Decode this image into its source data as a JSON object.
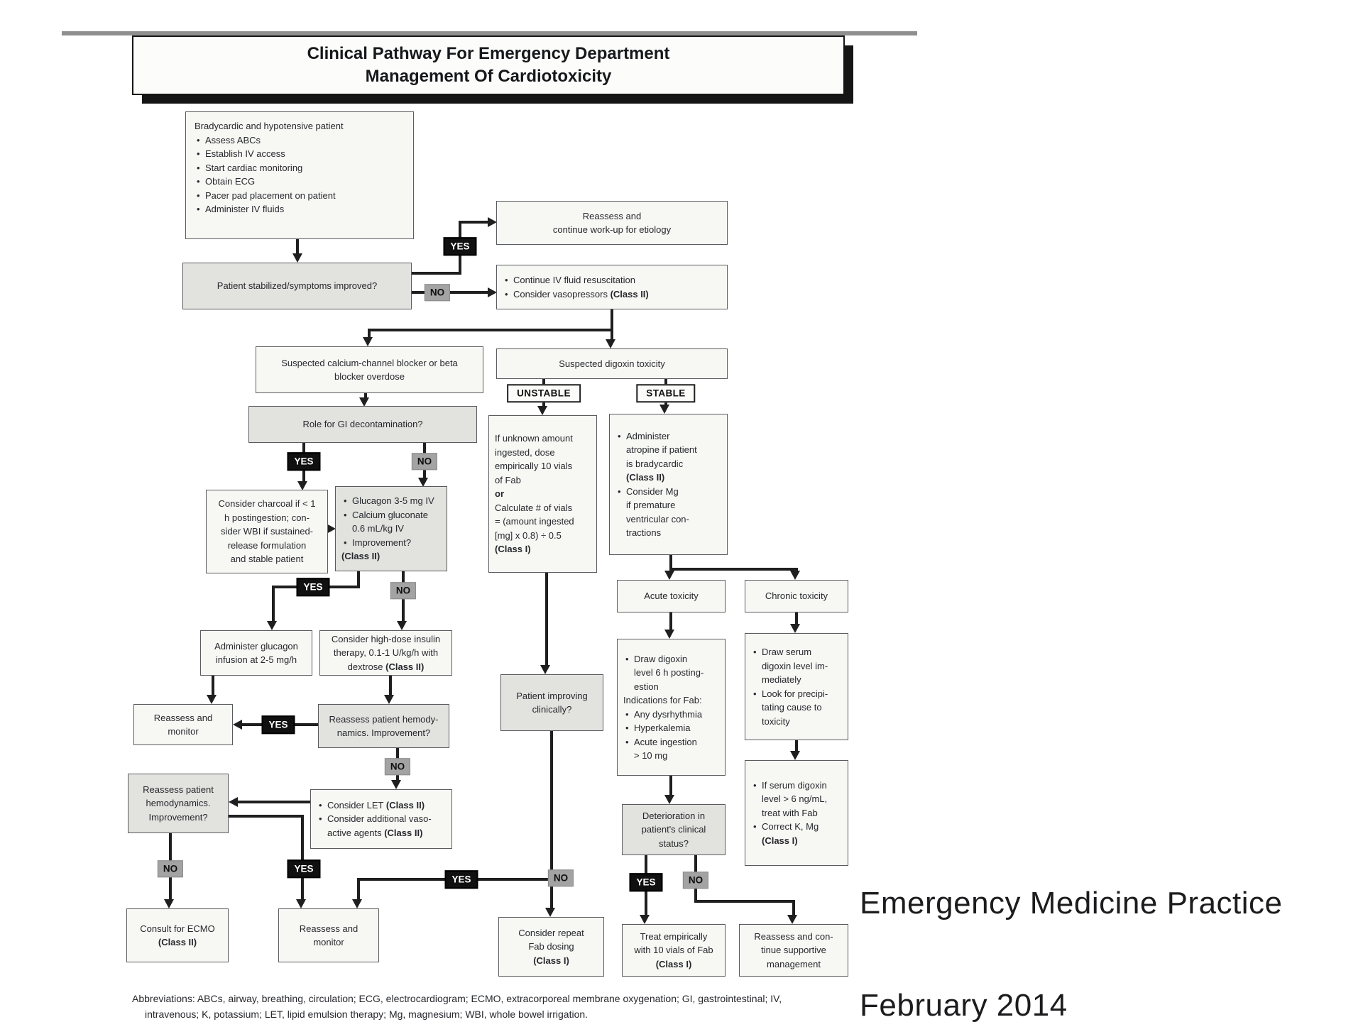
{
  "title": {
    "line1": "Clinical Pathway For Emergency Department",
    "line2": "Management Of Cardiotoxicity"
  },
  "badges": {
    "yes": "YES",
    "no": "NO",
    "unstable": "UNSTABLE",
    "stable": "STABLE"
  },
  "nodes": {
    "bradycardic": {
      "title": "Bradycardic and hypotensive patient",
      "bullets": [
        "Assess ABCs",
        "Establish IV access",
        "Start cardiac monitoring",
        "Obtain ECG",
        "Pacer pad placement on patient",
        "Administer IV fluids"
      ]
    },
    "stabilized": {
      "text": "Patient stabilized/symptoms improved?"
    },
    "reassess_workup": {
      "lines": [
        "Reassess and",
        "continue work-up for etiology"
      ]
    },
    "continue_iv": {
      "b1": "Continue IV fluid resuscitation",
      "b2": "Consider vasopressors ",
      "b2_class": "(Class II)"
    },
    "suspected_ccb": {
      "lines": [
        "Suspected calcium-channel blocker or beta",
        "blocker overdose"
      ]
    },
    "suspected_digoxin": {
      "text": "Suspected digoxin toxicity"
    },
    "gi_decontamination": {
      "text": "Role for GI decontamination?"
    },
    "charcoal": {
      "lines": [
        "Consider charcoal if < 1",
        "h postingestion; con-",
        "sider WBI if sustained-",
        "release formulation",
        "and stable patient"
      ]
    },
    "glucagon": {
      "b1": "Glucagon 3-5 mg IV",
      "b2a": "Calcium gluconate",
      "b2b": "0.6 mL/kg IV",
      "b3": "Improvement?",
      "class": "(Class II)"
    },
    "glucagon_infusion": {
      "lines": [
        "Administer glucagon",
        "infusion at 2-5 mg/h"
      ]
    },
    "insulin": {
      "l1": "Consider high-dose insulin",
      "l2": "therapy, 0.1-1 U/kg/h with",
      "l3": "dextrose ",
      "l3_class": "(Class II)"
    },
    "reassess_monitor_mid": {
      "lines": [
        "Reassess and",
        "monitor"
      ]
    },
    "reassess_hemo_mid": {
      "lines": [
        "Reassess patient hemody-",
        "namics. Improvement?"
      ]
    },
    "let": {
      "b1": "Consider LET ",
      "b1_class": "(Class II)",
      "b2a": "Consider additional vaso-",
      "b2b": "active agents ",
      "b2_class": "(Class II)"
    },
    "reassess_hemo_low": {
      "lines": [
        "Reassess patient",
        "hemodynamics.",
        "Improvement?"
      ]
    },
    "ecmo": {
      "l1": "Consult for ECMO",
      "l2": "(Class II)"
    },
    "reassess_monitor_bottom": {
      "lines": [
        "Reassess and",
        "monitor"
      ]
    },
    "patient_improving": {
      "lines": [
        "Patient improving",
        "clinically?"
      ]
    },
    "fab_dosing": {
      "lines": [
        "If unknown amount",
        "ingested, dose",
        "empirically 10 vials",
        "of Fab"
      ],
      "or": "or",
      "lines2": [
        "Calculate # of vials",
        "= (amount ingested",
        "[mg] x 0.8) ÷ 0.5"
      ],
      "class": "(Class I)"
    },
    "atropine": {
      "b1": [
        "Administer",
        "atropine if patient",
        "is bradycardic"
      ],
      "b1_class": "(Class II)",
      "b2": [
        "Consider Mg",
        "if premature",
        "ventricular con-",
        "tractions"
      ]
    },
    "acute_toxicity": {
      "text": "Acute toxicity"
    },
    "chronic_toxicity": {
      "text": "Chronic toxicity"
    },
    "acute_details": {
      "b1": [
        "Draw digoxin",
        "level 6 h posting-",
        "estion"
      ],
      "subhead": "Indications for Fab:",
      "b2": "Any dysrhythmia",
      "b3": "Hyperkalemia",
      "b4": [
        "Acute ingestion",
        "> 10 mg"
      ]
    },
    "chronic_details": {
      "b1": [
        "Draw serum",
        "digoxin level im-",
        "mediately"
      ],
      "b2": [
        "Look for precipi-",
        "tating cause to",
        "toxicity"
      ]
    },
    "chronic_treat": {
      "b1": [
        "If serum digoxin",
        "level > 6 ng/mL,",
        "treat with Fab"
      ],
      "b2": "Correct K, Mg",
      "class": "(Class I)"
    },
    "deterioration": {
      "lines": [
        "Deterioration in",
        "patient's clinical",
        "status?"
      ]
    },
    "repeat_fab": {
      "l1": "Consider repeat",
      "l2": "Fab dosing",
      "class": "(Class I)"
    },
    "treat_empirically": {
      "l1": "Treat empirically",
      "l2": "with 10 vials of Fab",
      "class": "(Class I)"
    },
    "reassess_supportive": {
      "lines": [
        "Reassess and con-",
        "tinue supportive",
        "management"
      ]
    }
  },
  "footer": {
    "abbreviations_label": "Abbreviations:",
    "abbreviations_line1": " ABCs, airway, breathing, circulation; ECG, electrocardiogram; ECMO, extracorporeal membrane oxygenation; GI, gastrointestinal; IV,",
    "abbreviations_line2": "intravenous; K, potassium; LET, lipid emulsion therapy; Mg, magnesium; WBI, whole bowel irrigation.",
    "journal": "Emergency Medicine Practice",
    "issue": "February 2014"
  },
  "colors": {
    "line": "#1f1f1f",
    "yes_badge_bg": "#101010",
    "no_badge_bg": "#a3a3a3",
    "node_fill": "#f7f7f4",
    "node_fill_gray": "#e2e2df",
    "node_border": "#595c5f"
  }
}
